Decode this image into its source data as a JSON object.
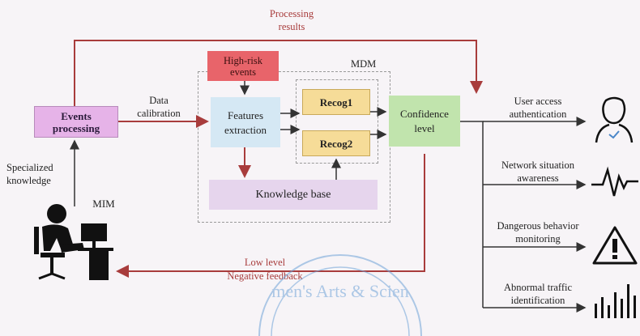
{
  "top_feedback": {
    "line1": "Processing",
    "line2": "results"
  },
  "events_processing": {
    "line1": "Events",
    "line2": "processing"
  },
  "data_calibration": {
    "line1": "Data",
    "line2": "calibration"
  },
  "high_risk": {
    "line1": "High-risk",
    "line2": "events"
  },
  "features": {
    "line1": "Features",
    "line2": "extraction"
  },
  "recog1": "Recog1",
  "recog2": "Recog2",
  "confidence": {
    "line1": "Confidence",
    "line2": "level"
  },
  "knowledge_base": "Knowledge base",
  "mdm_label": "MDM",
  "mim_label": "MIM",
  "specialized": {
    "line1": "Specialized",
    "line2": "knowledge"
  },
  "negative_feedback": {
    "line1": "Low level",
    "line2": "Negative feedback"
  },
  "outputs": [
    {
      "line1": "User access",
      "line2": "authentication",
      "icon": "user-check-icon"
    },
    {
      "line1": "Network situation",
      "line2": "awareness",
      "icon": "heartbeat-wave-icon"
    },
    {
      "line1": "Dangerous behavior",
      "line2": "monitoring",
      "icon": "warning-triangle-icon"
    },
    {
      "line1": "Abnormal traffic",
      "line2": "identification",
      "icon": "bar-signal-icon"
    }
  ],
  "stamp_text": "men's Arts & Scien",
  "colors": {
    "arrow_red": "#a83c3c",
    "arrow_dark": "#333333",
    "events_box": "#e6b3e8",
    "high_risk_box": "#e8646a",
    "features_box": "#d5e8f4",
    "recog_box": "#f6dc98",
    "confidence_box": "#c1e4ad",
    "knowledge_box": "#e6d5ed"
  }
}
